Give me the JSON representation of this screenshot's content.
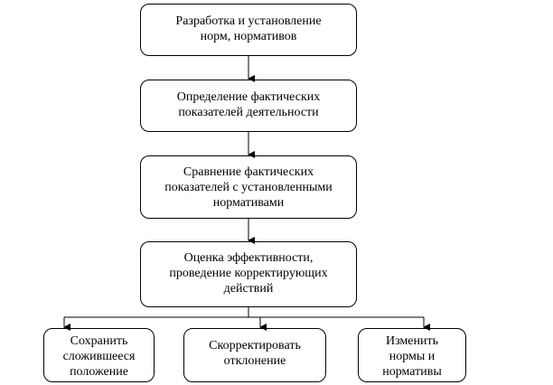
{
  "nodes": [
    {
      "id": "norms",
      "text": "Разработка и установление\nнорм, нормативов"
    },
    {
      "id": "actual",
      "text": "Определение фактических\nпоказателей  деятельности"
    },
    {
      "id": "compare",
      "text": "Сравнение фактических\nпоказателей с установленными\nнормативами"
    },
    {
      "id": "evaluate",
      "text": "Оценка эффективности,\nпроведение корректирующих\nдействий"
    },
    {
      "id": "keep",
      "text": "Сохранить\nсложившееся\nположение"
    },
    {
      "id": "correct",
      "text": "Скорректировать\nотклонение"
    },
    {
      "id": "change",
      "text": "Изменить\nнормы и\nнормативы"
    }
  ],
  "edges": [
    [
      "norms",
      "actual"
    ],
    [
      "actual",
      "compare"
    ],
    [
      "compare",
      "evaluate"
    ],
    [
      "evaluate",
      "keep"
    ],
    [
      "evaluate",
      "correct"
    ],
    [
      "evaluate",
      "change"
    ]
  ]
}
